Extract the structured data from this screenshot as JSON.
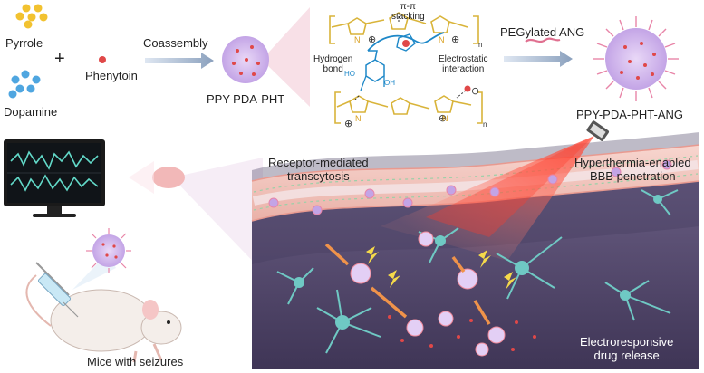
{
  "labels": {
    "pyrrole": "Pyrrole",
    "dopamine": "Dopamine",
    "plus": "+",
    "phenytoin": "Phenytoin",
    "coassembly": "Coassembly",
    "ppy_pda_pht": "PPY-PDA-PHT",
    "pi_stacking": "π-π\nstacking",
    "hydrogen_bond": "Hydrogen\nbond",
    "electrostatic": "Electrostatic\ninteraction",
    "pegylated_ang": "PEGylated ANG",
    "ppy_pda_pht_ang": "PPY-PDA-PHT-ANG",
    "receptor_mediated": "Receptor-mediated\ntranscytosis",
    "hyperthermia": "Hyperthermia-enabled\nBBB penetration",
    "mice": "Mice with seizures",
    "electroresponsive": "Electroresponsive\ndrug release",
    "ring_n": "N",
    "ring_h": "H",
    "ring_ho": "HO",
    "ring_oh": "OH",
    "sub_n": "n",
    "plus_sign": "⊕",
    "minus_sign": "⊖"
  },
  "colors": {
    "pyrrole": "#f2c230",
    "dopamine": "#4fa6e0",
    "phenytoin": "#e04848",
    "polymer": "#d9b43a",
    "nanoparticle": "#c9a8e8",
    "vessel": "#f5c8c0",
    "tissue": "#5a4e73",
    "neuron": "#6fc9c4",
    "arrow": "#f0934a",
    "laser": "#f06a5a"
  }
}
